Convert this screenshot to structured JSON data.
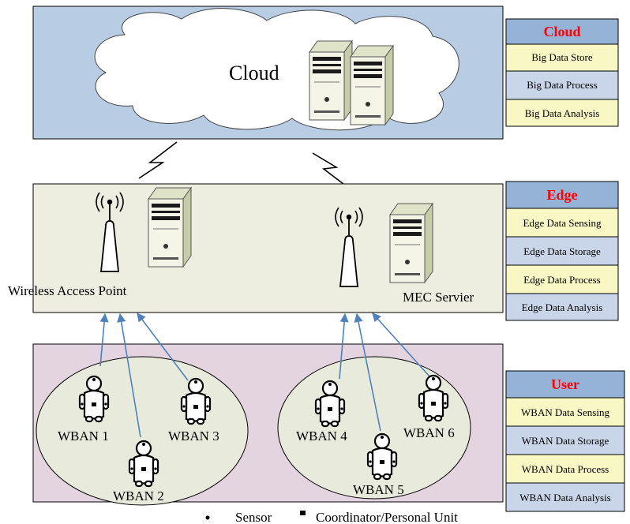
{
  "colors": {
    "cloud_layer": "#b8cce4",
    "edge_layer": "#eeeee0",
    "user_layer": "#e4d4e0",
    "wban_ellipse": "#e8ebdc",
    "side_header": "#95b3d7",
    "side_item_yellow": "#f9f7c4",
    "side_item_blue": "#c9d5e8",
    "side_title": "#ff0000",
    "arrow": "#4f81bd"
  },
  "icons": [
    "cloud-shape",
    "server-icon",
    "antenna-icon",
    "lightning-link-icon",
    "person-sensor-icon"
  ],
  "cloud": {
    "label": "Cloud",
    "panel": {
      "title": "Cloud",
      "items": [
        "Big Data Store",
        "Big Data Process",
        "Big Data Analysis"
      ]
    }
  },
  "edge": {
    "access_point_label": "Wireless Access Point",
    "mec_label": "MEC Servier",
    "panel": {
      "title": "Edge",
      "items": [
        "Edge Data Sensing",
        "Edge Data Storage",
        "Edge Data Process",
        "Edge Data Analysis"
      ]
    }
  },
  "user": {
    "wbans": [
      "WBAN 1",
      "WBAN 2",
      "WBAN 3",
      "WBAN 4",
      "WBAN 5",
      "WBAN 6"
    ],
    "panel": {
      "title": "User",
      "items": [
        "WBAN Data Sensing",
        "WBAN Data Storage",
        "WBAN Data Process",
        "WBAN Data Analysis"
      ]
    }
  },
  "legend": {
    "sensor": "Sensor",
    "coordinator": "Coordinator/Personal Unit"
  }
}
